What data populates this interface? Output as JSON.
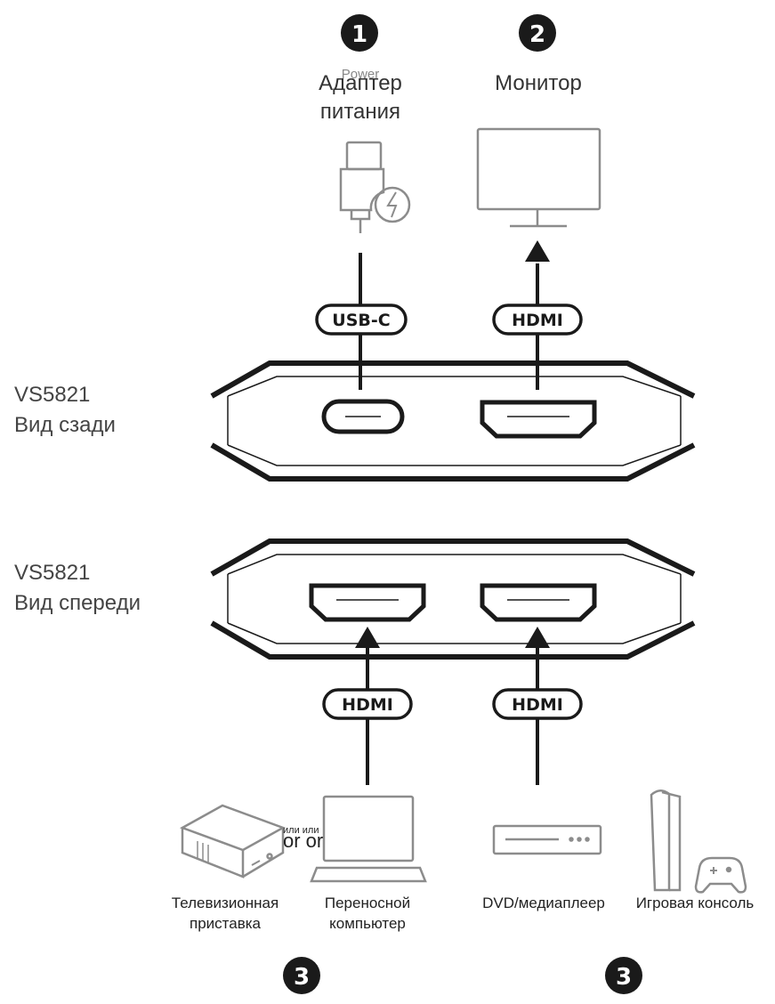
{
  "badges": {
    "power": "1",
    "monitor": "2",
    "source_left": "3",
    "source_right": "3"
  },
  "top": {
    "power_label_en": "Power",
    "power_label": "Адаптер",
    "power_label_line2": "питания",
    "monitor_label": "Монитор"
  },
  "rear": {
    "model": "VS5821",
    "view": "Вид сзади",
    "port_usb": "USB-C",
    "port_hdmi": "HDMI"
  },
  "front": {
    "model": "VS5821",
    "view": "Вид спереди",
    "port_hdmi_left": "HDMI",
    "port_hdmi_right": "HDMI"
  },
  "devices": {
    "tv_box_line1": "Телевизионная",
    "tv_box_line2": "приставка",
    "laptop_line1": "Переносной",
    "laptop_line2": "компьютер",
    "dvd": "DVD/медиаплеер",
    "console": "Игровая консоль",
    "or_small": "или или",
    "or_text": "or or"
  },
  "icons": [
    "power-adapter-icon",
    "monitor-icon",
    "tv-box-icon",
    "laptop-icon",
    "dvd-player-icon",
    "game-console-icon",
    "gamepad-icon"
  ],
  "colors": {
    "ink": "#1a1a1a",
    "icon_gray": "#8c8c8c",
    "badge": "#1a1a1a"
  }
}
